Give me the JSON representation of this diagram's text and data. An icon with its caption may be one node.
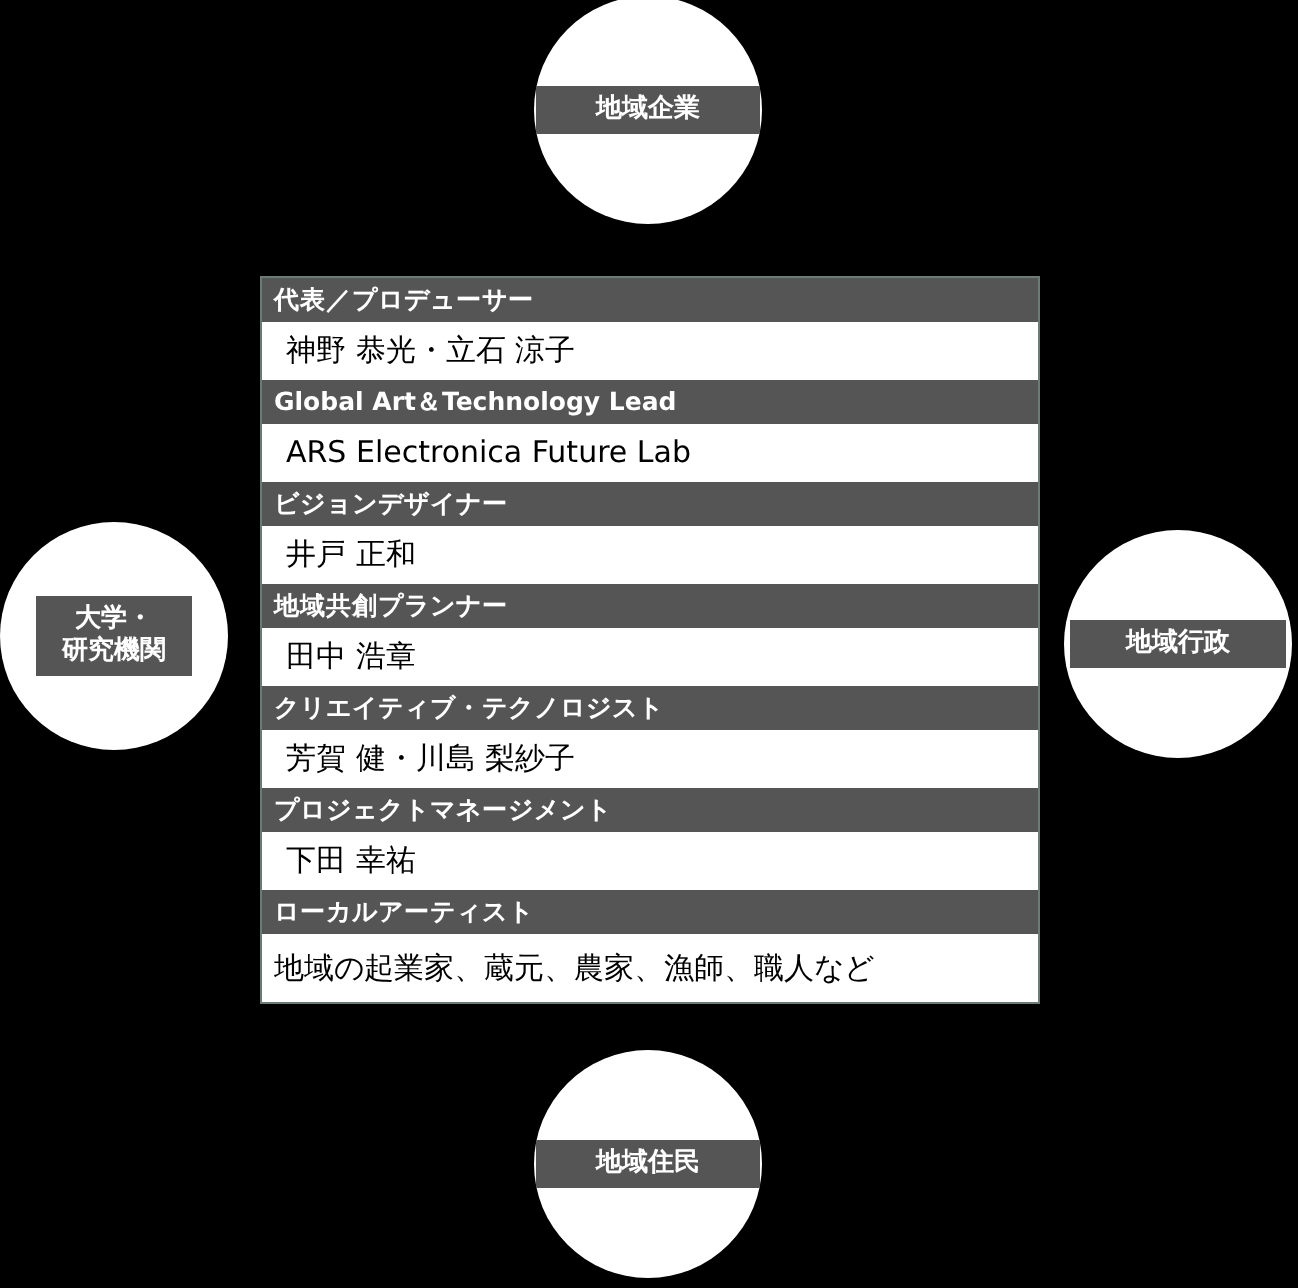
{
  "diagram": {
    "nodes": [
      {
        "text": [
          "地域企業"
        ]
      },
      {
        "text": [
          "代表／プロデューサー",
          "神野 恭光・立石 涼子",
          "Global Art＆Technology Lead",
          "ARS Electronica Future Lab",
          "ビジョンデザイナー",
          "井戸 正和",
          "地域共創プランナー",
          "田中 浩章",
          "クリエイティブ・テクノロジスト",
          "芳賀 健・川島 梨紗子",
          "プロジェクトマネージメント",
          "下田 幸祐",
          "ローカルアーティスト",
          "地域の起業家、蔵元、農家、漁師、職人など"
        ]
      },
      {
        "text": [
          "大学・研究機関"
        ]
      },
      {
        "text": [
          "地域行政"
        ]
      },
      {
        "text": [
          "地域住民"
        ]
      }
    ]
  }
}
